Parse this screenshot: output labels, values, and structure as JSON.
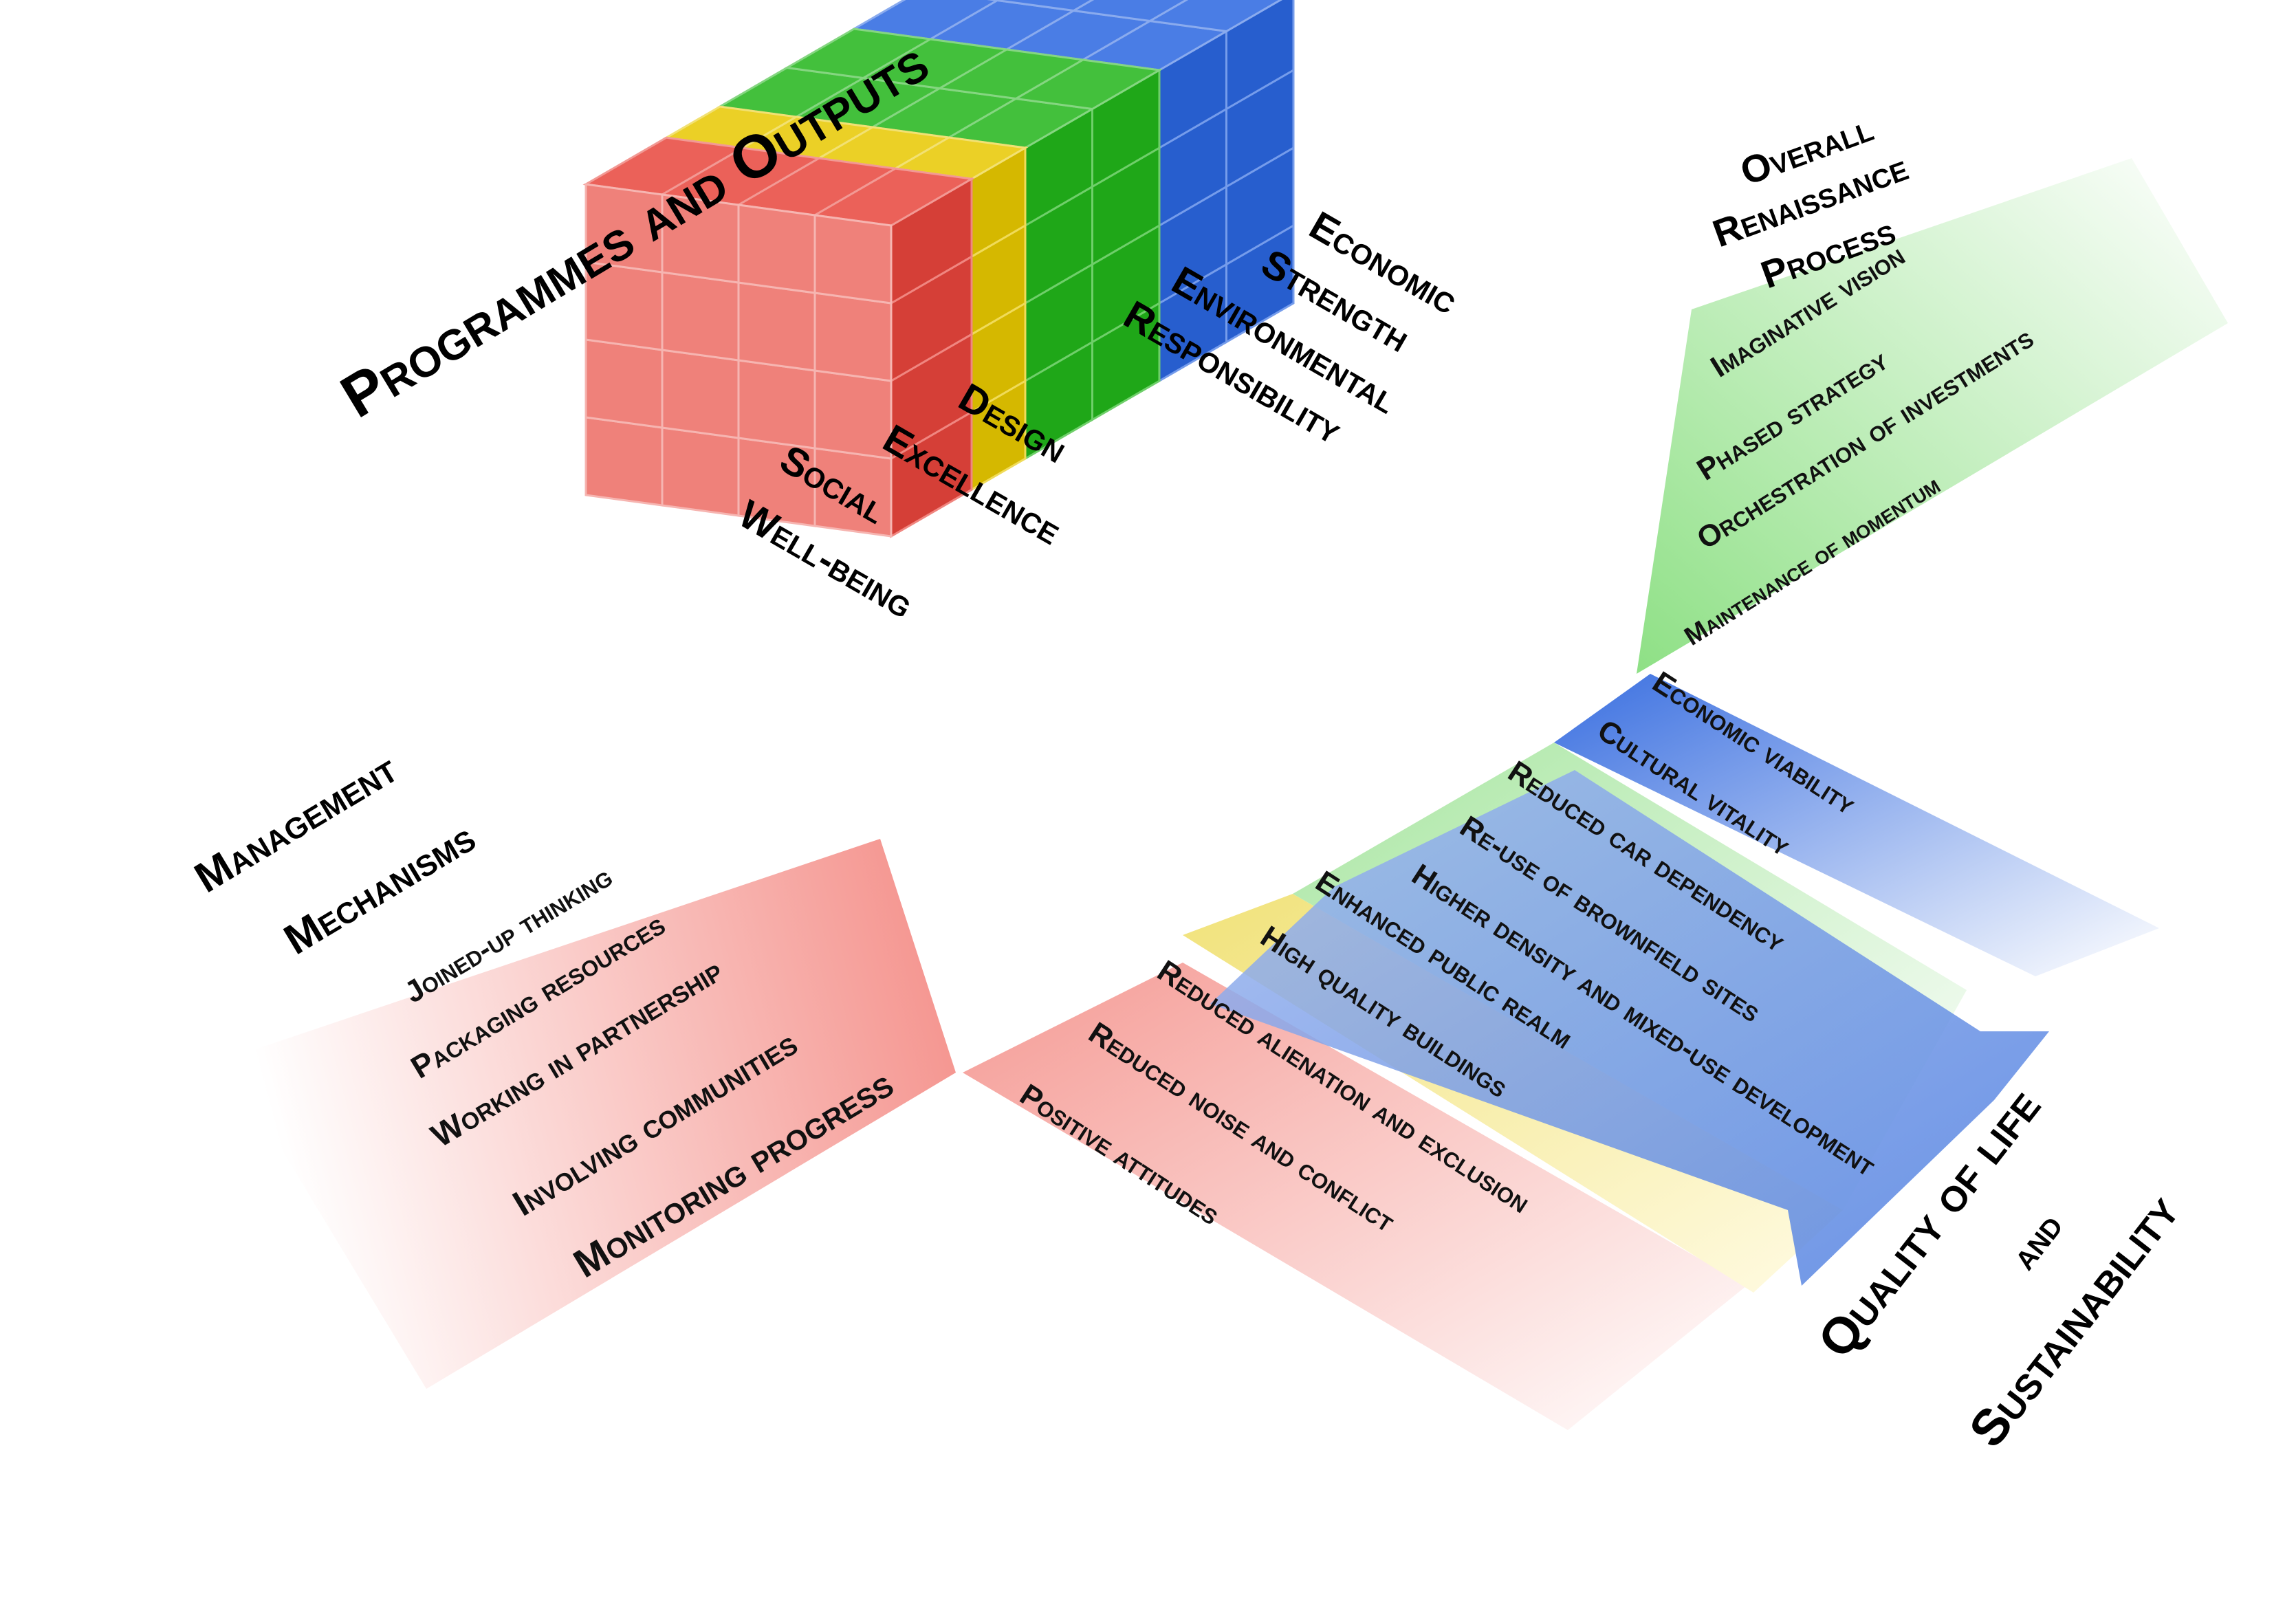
{
  "title": "Programmes and Outputs",
  "left_section": {
    "title_line1": "Management",
    "title_line2": "Mechanisms",
    "items": [
      "Joined-up thinking",
      "Packaging resources",
      "Working in partnership",
      "Involving communities",
      "Monitoring progress"
    ]
  },
  "right_section": {
    "title_line1": "Overall",
    "title_line2": "Renaissance",
    "title_line3": "Process",
    "items": [
      "Imaginative vision",
      "Phased strategy",
      "Orchestration of investments",
      "Maintenance of momentum"
    ]
  },
  "blocks": [
    {
      "name": "Social Well-being",
      "line1": "Social",
      "line2": "Well-being",
      "color": "#e8453c",
      "outputs": [
        "Reduced alienation and exclusion",
        "Reduced noise and conflict",
        "Positive attitudes"
      ]
    },
    {
      "name": "Design Excellence",
      "line1": "Design",
      "line2": "Excellence",
      "color": "#e8c800",
      "outputs": [
        "Enhanced public realm",
        "High quality buildings"
      ]
    },
    {
      "name": "Environmental Responsibility",
      "line1": "Environmental",
      "line2": "Responsibility",
      "color": "#22b51a",
      "outputs": [
        "Reduced car dependency",
        "Re-use of brownfield sites",
        "Higher density and mixed-use development"
      ]
    },
    {
      "name": "Economic Strength",
      "line1": "Economic",
      "line2": "Strength",
      "color": "#2a66e0",
      "outputs": [
        "Economic viability",
        "Cultural vitality"
      ]
    }
  ],
  "outcome": {
    "line1": "Quality of life",
    "line2": "and",
    "line3": "Sustainability"
  },
  "colors": {
    "red": "#e8453c",
    "yellow": "#e8c800",
    "green": "#22b51a",
    "blue": "#2a66e0",
    "ribbon_red": "#f6a9a4",
    "ribbon_yellow": "#f4eb9a",
    "ribbon_green": "#b5eab0",
    "arrow_blue": "#6e98ea"
  }
}
